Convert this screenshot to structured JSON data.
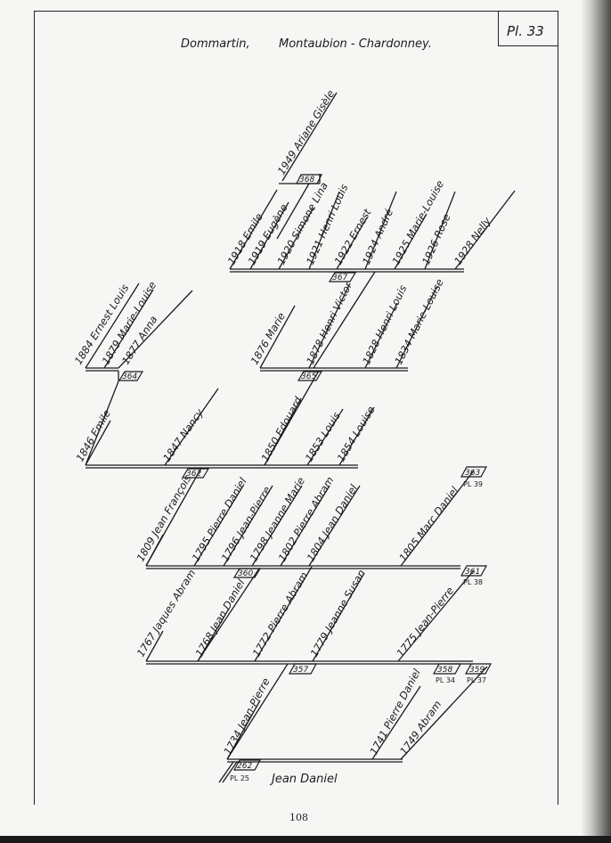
{
  "header": {
    "title_left": "Dommartin,",
    "title_right": "Montaubion - Chardonney.",
    "plate": "Pl. 33"
  },
  "footer": {
    "page_number": "108"
  },
  "root": {
    "name": "Jean Daniel",
    "ref": "262",
    "plate_ref": "PL 25"
  },
  "entries": [
    {
      "label": "1949 Ariane Gisèle"
    },
    {
      "label": "1918 Emile"
    },
    {
      "label": "1919 Eugène"
    },
    {
      "label": "1920 Simone Lina"
    },
    {
      "label": "1921 Henri Louis"
    },
    {
      "label": "1922 Ernest"
    },
    {
      "label": "1924 André"
    },
    {
      "label": "1925 Marie-Louise"
    },
    {
      "label": "1926 Rose"
    },
    {
      "label": "1928 Nelly"
    },
    {
      "label": "1884 Ernest Louis"
    },
    {
      "label": "1879 Marie-Louise"
    },
    {
      "label": "1877 Anna"
    },
    {
      "label": "1876 Marie"
    },
    {
      "label": "1878 Henri Victor"
    },
    {
      "label": "1828 Henri Louis"
    },
    {
      "label": "1834 Marie-Louise"
    },
    {
      "label": "1846 Emile"
    },
    {
      "label": "1847 Nancy"
    },
    {
      "label": "1850 Edouard"
    },
    {
      "label": "1853 Louis"
    },
    {
      "label": "1854 Louise"
    },
    {
      "label": "1809 Jean François"
    },
    {
      "label": "1795 Pierre Daniel"
    },
    {
      "label": "1796 Jean-Pierre"
    },
    {
      "label": "1798 Jeanne Marie"
    },
    {
      "label": "1802 Pierre Abram"
    },
    {
      "label": "1804 Jean Daniel"
    },
    {
      "label": "1805 Marc Daniel"
    },
    {
      "label": "1767 Jaques Abram"
    },
    {
      "label": "1768 Jean Daniel"
    },
    {
      "label": "1772 Pierre Abram"
    },
    {
      "label": "1779 Jeanne Susan"
    },
    {
      "label": "1775 Jean-Pierre"
    },
    {
      "label": "1734 Jean-Pierre"
    },
    {
      "label": "1741 Pierre Daniel"
    },
    {
      "label": "1749 Abram"
    }
  ],
  "refs": [
    {
      "label": "368"
    },
    {
      "label": "367"
    },
    {
      "label": "364"
    },
    {
      "label": "365"
    },
    {
      "label": "362"
    },
    {
      "label": "363"
    },
    {
      "label": "360"
    },
    {
      "label": "361"
    },
    {
      "label": "357"
    },
    {
      "label": "358"
    },
    {
      "label": "359"
    }
  ],
  "plate_refs": [
    {
      "label": "PL 39"
    },
    {
      "label": "PL 38"
    },
    {
      "label": "PL 34"
    },
    {
      "label": "PL 37"
    }
  ]
}
